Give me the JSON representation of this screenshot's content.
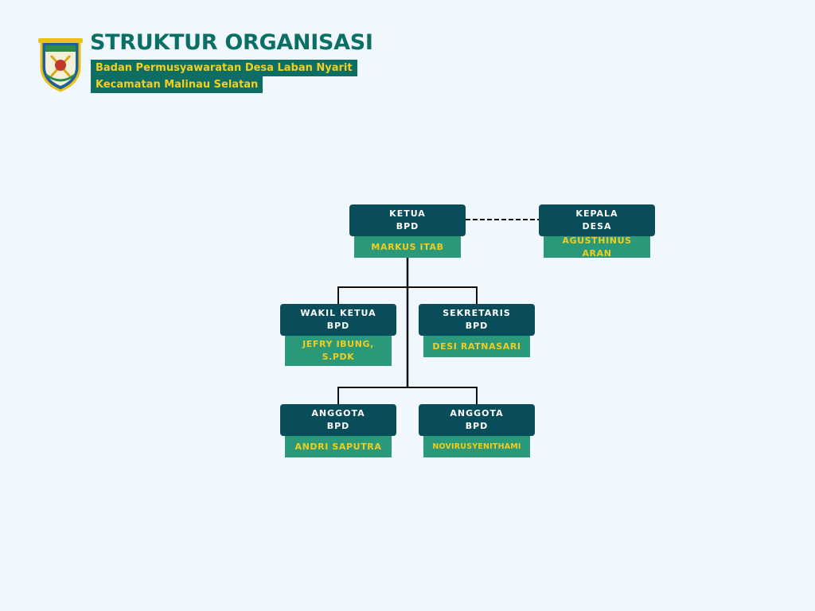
{
  "header": {
    "title": "STRUKTUR ORGANISASI",
    "subtitle_line1": "Badan Permusyawaratan Desa Laban Nyarit",
    "subtitle_line2": "Kecamatan Malinau Selatan",
    "emblem_icon": "regency-emblem-icon"
  },
  "org_chart": {
    "ketua": {
      "role": "KETUA\nBPD",
      "name": "MARKUS ITAB"
    },
    "kepala_desa": {
      "role": "KEPALA\nDESA",
      "name": "AGUSTHINUS ARAN"
    },
    "wakil_ketua": {
      "role": "WAKIL KETUA\nBPD",
      "name": "JEFRY IBUNG, S.PDK"
    },
    "sekretaris": {
      "role": "SEKRETARIS\nBPD",
      "name": "DESI RATNASARI"
    },
    "anggota_1": {
      "role": "ANGGOTA\nBPD",
      "name": "ANDRI SAPUTRA"
    },
    "anggota_2": {
      "role": "ANGGOTA\nBPD",
      "name": "NOVIRUSYENITHAMI"
    }
  },
  "colors": {
    "background": "#f0f8fe",
    "title": "#0b6f66",
    "subtitle_bg": "#0f6e63",
    "accent_yellow": "#f2cd1e",
    "role_box": "#094c5a",
    "name_box": "#29997a"
  }
}
